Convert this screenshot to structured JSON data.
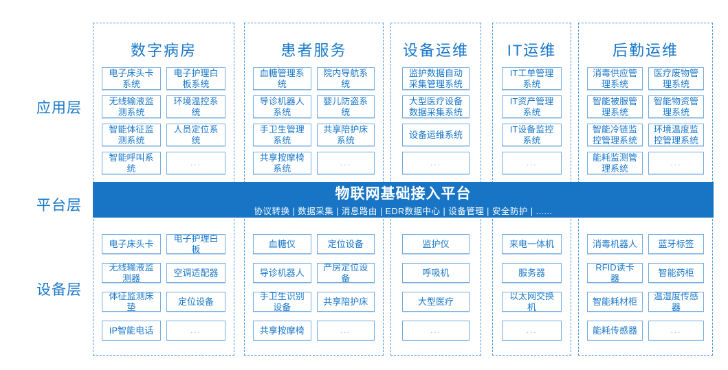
{
  "colors": {
    "accent_text": "#1877c9",
    "box_border": "#72abdf",
    "column_dashed_border": "#4a94dc",
    "platform_bar_bg": "#1875c5",
    "platform_bar_text": "#ffffff",
    "ellipsis_text": "#8abbe8"
  },
  "layer_labels": {
    "application": "应用层",
    "platform": "平台层",
    "device": "设备层"
  },
  "platform": {
    "title": "物联网基础接入平台",
    "subtitle": "协议转换 | 数据采集 | 消息路由 | EDR数据中心 | 设备管理 | 安全防护 | ......"
  },
  "columns": [
    {
      "title": "数字病房",
      "app_items": [
        "电子床头卡系统",
        "电子护理白板系统",
        "无线输液监测系统",
        "环境温控系统",
        "智能体征监测系统",
        "人员定位系统",
        "智能呼叫系统",
        "..."
      ],
      "device_items": [
        "电子床头卡",
        "电子护理白板",
        "无线输液监测器",
        "空调适配器",
        "体征监测床垫",
        "定位设备",
        "IP智能电话",
        "..."
      ]
    },
    {
      "title": "患者服务",
      "app_items": [
        "血糖管理系统",
        "院内导航系统",
        "导诊机器人系统",
        "婴儿防盗系统",
        "手卫生管理系统",
        "共享陪护床系统",
        "共享按摩椅系统",
        "..."
      ],
      "device_items": [
        "血糖仪",
        "定位设备",
        "导诊机器人",
        "产房定位设备",
        "手卫生识别设备",
        "共享陪护床",
        "共享按摩椅",
        "..."
      ]
    },
    {
      "title": "设备运维",
      "app_items": [
        "监护数据自动采集管理系统",
        "大型医疗设备数据采集系统",
        "设备运维系统",
        "..."
      ],
      "device_items": [
        "监护仪",
        "呼吸机",
        "大型医疗",
        "..."
      ]
    },
    {
      "title": "IT运维",
      "app_items": [
        "IT工单管理系统",
        "IT资产管理系统",
        "IT设备监控系统",
        "..."
      ],
      "device_items": [
        "来电一体机",
        "服务器",
        "以太网交换机",
        "..."
      ]
    },
    {
      "title": "后勤运维",
      "app_items": [
        "消毒供应管理系统",
        "医疗废物管理系统",
        "智能被服管理系统",
        "智能物资管理系统",
        "智能冷链监控管理系统",
        "环境温度监控管理系统",
        "能耗监测管理系统",
        "..."
      ],
      "device_items": [
        "消毒机器人",
        "蓝牙标签",
        "RFID读卡器",
        "智能药柜",
        "智能耗材柜",
        "温湿度传感器",
        "能耗传感器",
        "..."
      ]
    }
  ]
}
